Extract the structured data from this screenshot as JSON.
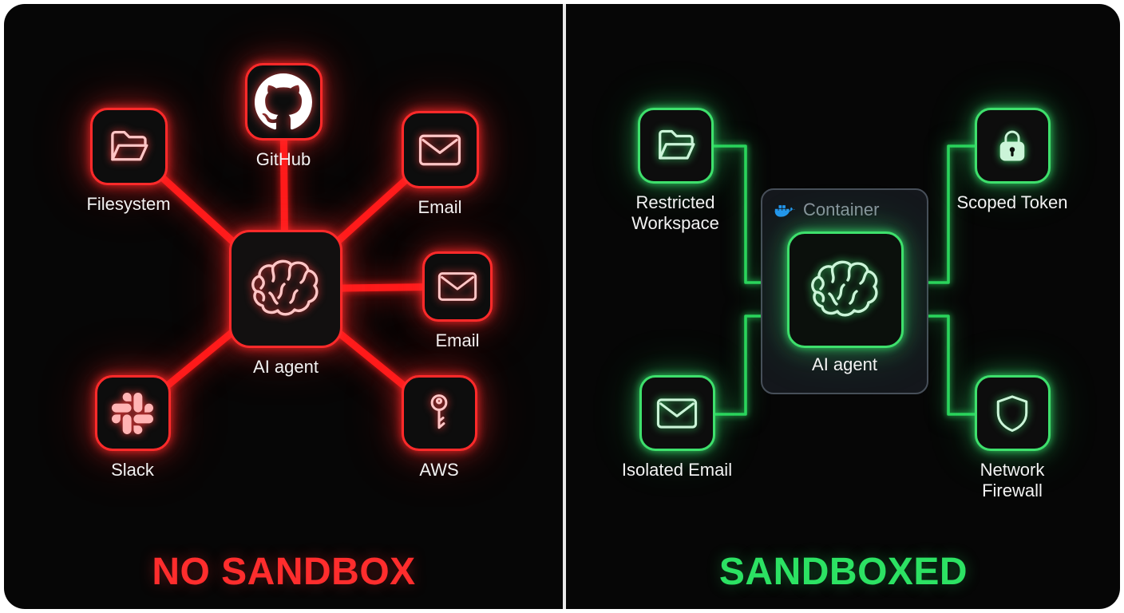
{
  "left_panel": {
    "title": "NO SANDBOX",
    "accent_color": "#ff2a2a",
    "center_label": "AI agent",
    "nodes": {
      "filesystem": "Filesystem",
      "github": "GitHub",
      "email_top": "Email",
      "email_right": "Email",
      "slack": "Slack",
      "aws": "AWS"
    }
  },
  "right_panel": {
    "title": "SANDBOXED",
    "accent_color": "#2ee065",
    "container_label": "Container",
    "center_label": "AI agent",
    "nodes": {
      "workspace": "Restricted Workspace",
      "token": "Scoped Token",
      "email": "Isolated Email",
      "firewall": "Network Firewall"
    }
  }
}
